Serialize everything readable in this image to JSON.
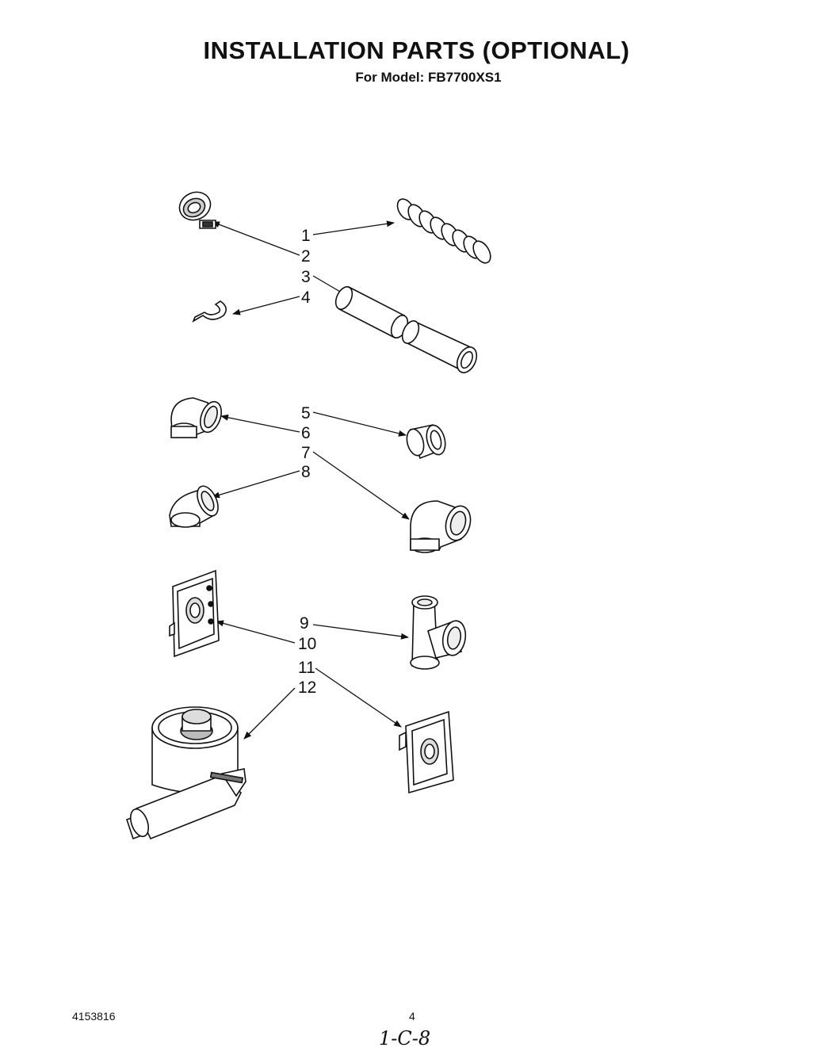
{
  "title": "INSTALLATION PARTS (OPTIONAL)",
  "subtitle": "For Model: FB7700XS1",
  "callouts": [
    "1",
    "2",
    "3",
    "4",
    "5",
    "6",
    "7",
    "8",
    "9",
    "10",
    "11",
    "12"
  ],
  "footer": {
    "doc_number": "4153816",
    "page_marks": "4",
    "handwritten": "1-C-8"
  }
}
